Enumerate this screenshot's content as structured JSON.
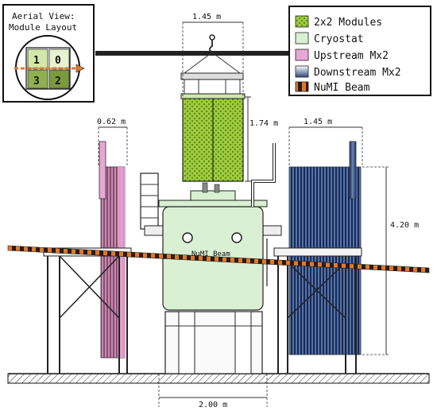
{
  "aerial": {
    "title_line1": "Aerial View:",
    "title_line2": "Module Layout",
    "modules": [
      "1",
      "0",
      "3",
      "2"
    ]
  },
  "legend": {
    "items": [
      {
        "label": "2x2 Modules",
        "color": "#9ccc3c",
        "pattern": "dots"
      },
      {
        "label": "Cryostat",
        "color": "#d9f0d3",
        "pattern": "solid"
      },
      {
        "label": "Upstream Mx2",
        "color": "#e8a6d2",
        "pattern": "solid"
      },
      {
        "label": "Downstream Mx2",
        "color": "#3e5a8c",
        "pattern": "gradient"
      },
      {
        "label": "NuMI Beam",
        "color": "#e07a2a",
        "pattern": "dashed"
      }
    ]
  },
  "dimensions": {
    "top_width": "1.45 m",
    "module_height": "1.74 m",
    "upstream_width": "0.62 m",
    "downstream_width": "1.45 m",
    "downstream_height": "4.20 m",
    "base_width": "2.00 m"
  },
  "beam_label": "NuMI Beam",
  "colors": {
    "module_green": "#9ccc3c",
    "cryostat": "#d9f0d3",
    "upstream": "#e8a6d2",
    "downstream": "#2e4a7c",
    "beam": "#e07a2a"
  }
}
